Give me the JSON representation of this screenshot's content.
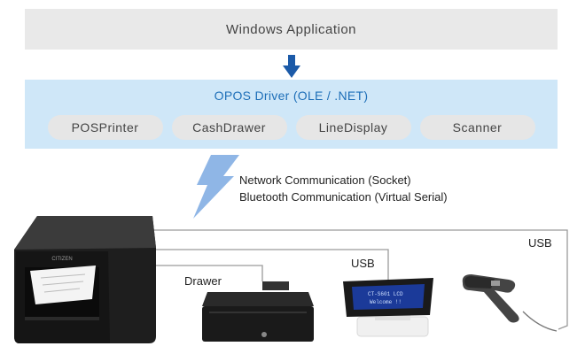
{
  "app_layer": {
    "label": "Windows Application"
  },
  "driver_layer": {
    "title": "OPOS Driver (OLE / .NET)",
    "devices": [
      "POSPrinter",
      "CashDrawer",
      "LineDisplay",
      "Scanner"
    ]
  },
  "communication": {
    "network": "Network Communication (Socket)",
    "bluetooth": "Bluetooth Communication (Virtual Serial)"
  },
  "connections": {
    "drawer_label": "Drawer",
    "display_usb_label": "USB",
    "scanner_usb_label": "USB"
  },
  "printer": {
    "brand": "CITIZEN"
  },
  "line_display": {
    "line1": "CT-S601 LCD",
    "line2": "Welcome !!"
  },
  "colors": {
    "accent": "#1e6fb8",
    "arrow": "#1b5aa8",
    "bolt": "#8fb6e6",
    "driver_band": "#cfe7f8"
  }
}
